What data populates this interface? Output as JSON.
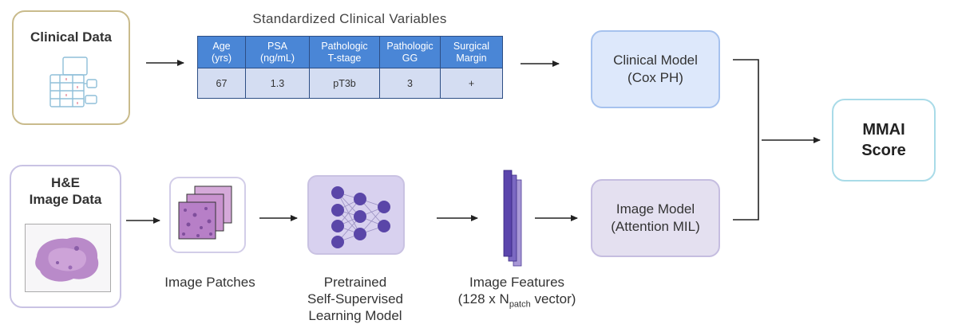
{
  "clinical_data": {
    "title": "Clinical Data"
  },
  "image_data": {
    "title_line1": "H&E",
    "title_line2": "Image Data"
  },
  "variables_table": {
    "title": "Standardized Clinical Variables",
    "headers": [
      {
        "line1": "Age",
        "line2": "(yrs)"
      },
      {
        "line1": "PSA",
        "line2": "(ng/mL)"
      },
      {
        "line1": "Pathologic",
        "line2": "T-stage"
      },
      {
        "line1": "Pathologic",
        "line2": "GG"
      },
      {
        "line1": "Surgical",
        "line2": "Margin"
      }
    ],
    "values": [
      "67",
      "1.3",
      "pT3b",
      "3",
      "+"
    ]
  },
  "clinical_model": {
    "line1": "Clinical Model",
    "line2": "(Cox PH)"
  },
  "image_model": {
    "line1": "Image Model",
    "line2": "(Attention MIL)"
  },
  "mmai": {
    "line1": "MMAI",
    "line2": "Score"
  },
  "image_patches": {
    "caption": "Image Patches"
  },
  "ssl_model": {
    "line1": "Pretrained",
    "line2": "Self-Supervised",
    "line3": "Learning Model"
  },
  "image_features": {
    "line1": "Image Features",
    "line2_pre": "(128 x N",
    "line2_sub": "patch",
    "line2_post": " vector)"
  },
  "colors": {
    "table_header": "#4a86d6",
    "table_cell": "#d4ddf2",
    "clinical_model_fill": "#dde8fb",
    "image_model_fill": "#e4e0f0",
    "network_fill": "#d8d1ef",
    "node": "#5a46a8",
    "feature_bar": "#6a55b8",
    "tissue": "#b77fc7",
    "arrow": "#222222"
  }
}
